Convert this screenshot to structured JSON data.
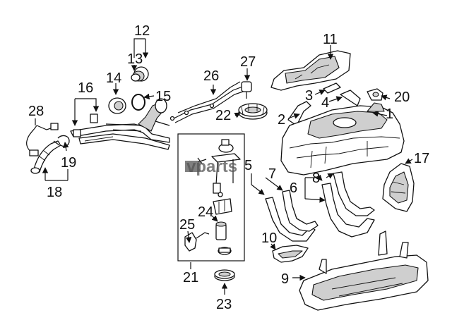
{
  "watermark": "vparts",
  "callouts": {
    "c1": "1",
    "c2": "2",
    "c3": "3",
    "c4": "4",
    "c5": "5",
    "c6": "6",
    "c7": "7",
    "c8": "8",
    "c9": "9",
    "c10": "10",
    "c11": "11",
    "c12": "12",
    "c13": "13",
    "c14": "14",
    "c15": "15",
    "c16": "16",
    "c17": "17",
    "c18": "18",
    "c19": "19",
    "c20": "20",
    "c21": "21",
    "c22": "22",
    "c23": "23",
    "c24": "24",
    "c25": "25",
    "c26": "26",
    "c27": "27",
    "c28": "28"
  }
}
